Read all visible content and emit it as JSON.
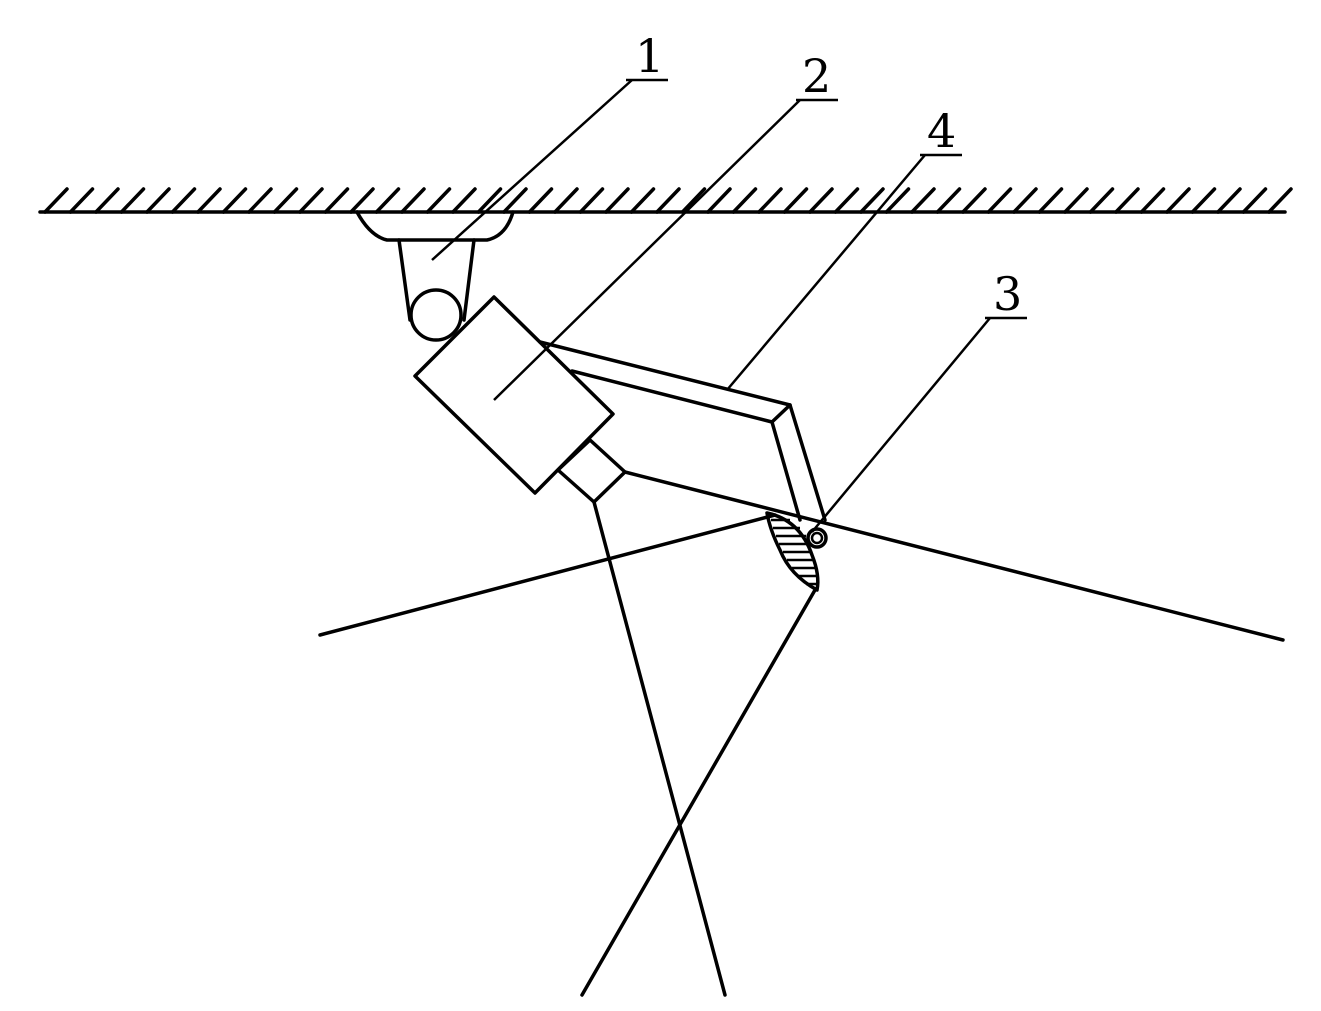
{
  "labels": {
    "part1": "1",
    "part2": "2",
    "part3": "3",
    "part4": "4"
  },
  "colors": {
    "ink": "#000000",
    "background": "#ffffff"
  }
}
